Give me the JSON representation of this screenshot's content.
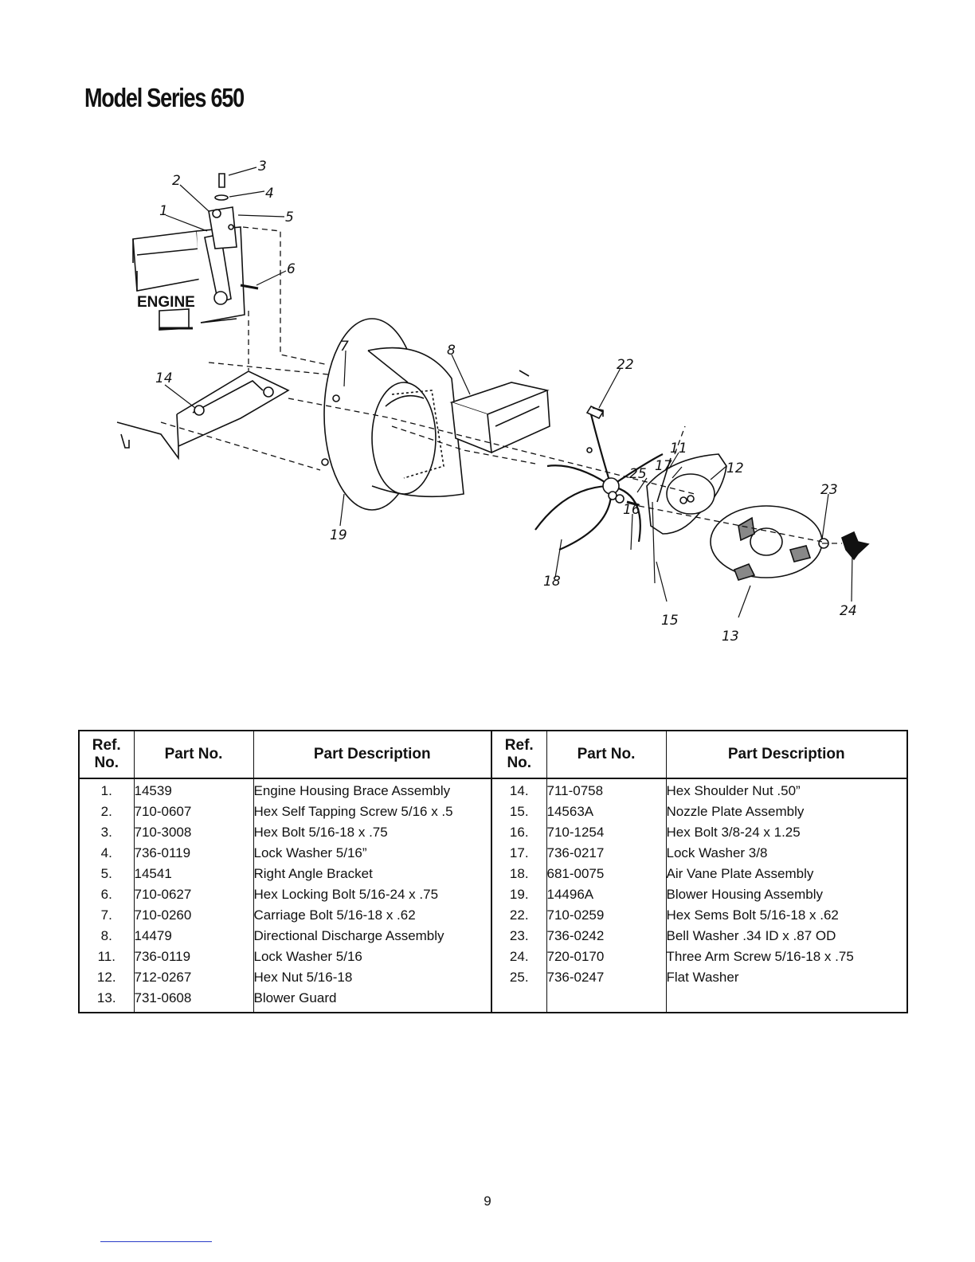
{
  "page": {
    "title": "Model Series 650",
    "page_number": "9"
  },
  "diagram": {
    "engine_label": "ENGINE",
    "callouts": {
      "c1": "1",
      "c2": "2",
      "c3": "3",
      "c4": "4",
      "c5": "5",
      "c6": "6",
      "c7": "7",
      "c8": "8",
      "c11": "11",
      "c12": "12",
      "c13": "13",
      "c14": "14",
      "c15": "15",
      "c16": "16",
      "c17": "17",
      "c18": "18",
      "c19": "19",
      "c22": "22",
      "c23": "23",
      "c24": "24",
      "c25": "25"
    }
  },
  "table": {
    "headers": {
      "ref_l": "Ref. No.",
      "part_l": "Part No.",
      "desc_l": "Part Description",
      "ref_r": "Ref. No.",
      "part_r": "Part No.",
      "desc_r": "Part Description"
    },
    "rows": [
      {
        "ref_l": "1.",
        "part_l": "14539",
        "desc_l": "Engine Housing Brace Assembly",
        "ref_r": "14.",
        "part_r": "711-0758",
        "desc_r": "Hex Shoulder Nut .50”"
      },
      {
        "ref_l": "2.",
        "part_l": "710-0607",
        "desc_l": "Hex Self Tapping Screw 5/16 x .5",
        "ref_r": "15.",
        "part_r": "14563A",
        "desc_r": "Nozzle Plate Assembly"
      },
      {
        "ref_l": "3.",
        "part_l": "710-3008",
        "desc_l": "Hex Bolt 5/16-18 x .75",
        "ref_r": "16.",
        "part_r": "710-1254",
        "desc_r": "Hex Bolt 3/8-24 x 1.25"
      },
      {
        "ref_l": "4.",
        "part_l": "736-0119",
        "desc_l": "Lock Washer 5/16”",
        "ref_r": "17.",
        "part_r": "736-0217",
        "desc_r": "Lock Washer 3/8"
      },
      {
        "ref_l": "5.",
        "part_l": "14541",
        "desc_l": "Right Angle Bracket",
        "ref_r": "18.",
        "part_r": "681-0075",
        "desc_r": "Air Vane Plate Assembly"
      },
      {
        "ref_l": "6.",
        "part_l": "710-0627",
        "desc_l": "Hex Locking Bolt 5/16-24 x .75",
        "ref_r": "19.",
        "part_r": "14496A",
        "desc_r": "Blower Housing Assembly"
      },
      {
        "ref_l": "7.",
        "part_l": "710-0260",
        "desc_l": "Carriage Bolt 5/16-18 x .62",
        "ref_r": "22.",
        "part_r": "710-0259",
        "desc_r": "Hex Sems Bolt 5/16-18 x .62"
      },
      {
        "ref_l": "8.",
        "part_l": "14479",
        "desc_l": "Directional Discharge Assembly",
        "ref_r": "23.",
        "part_r": "736-0242",
        "desc_r": "Bell Washer .34 ID x .87 OD"
      },
      {
        "ref_l": "11.",
        "part_l": "736-0119",
        "desc_l": "Lock Washer 5/16",
        "ref_r": "24.",
        "part_r": "720-0170",
        "desc_r": "Three Arm Screw 5/16-18 x .75"
      },
      {
        "ref_l": "12.",
        "part_l": "712-0267",
        "desc_l": "Hex Nut 5/16-18",
        "ref_r": "25.",
        "part_r": "736-0247",
        "desc_r": "Flat Washer"
      },
      {
        "ref_l": "13.",
        "part_l": "731-0608",
        "desc_l": "Blower Guard",
        "ref_r": "",
        "part_r": "",
        "desc_r": ""
      }
    ]
  }
}
